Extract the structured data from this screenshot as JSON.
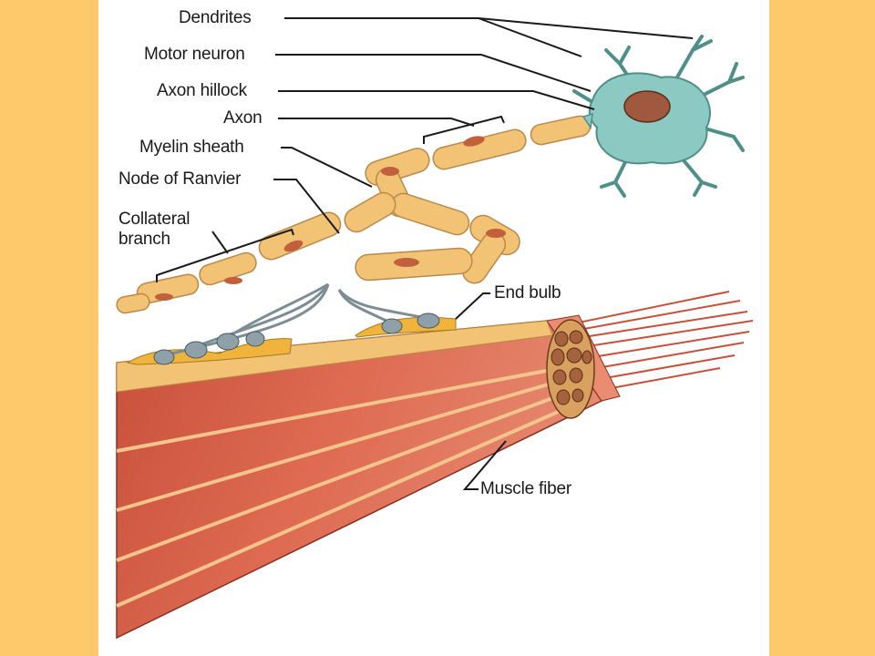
{
  "colors": {
    "side_panel": "#fdc96a",
    "background": "#ffffff",
    "muscle": "#d8604a",
    "muscle_dark": "#b84530",
    "myelin": "#f2c374",
    "myelin_edge": "#c8944a",
    "neuron": "#8cc9c3",
    "neuron_dark": "#4f8f8a",
    "nucleus": "#a0583f",
    "end_bulb": "#f0b43c",
    "terminal": "#8fa0a8",
    "leader": "#1a1a1a"
  },
  "labels": {
    "dendrites": "Dendrites",
    "motor_neuron": "Motor neuron",
    "axon_hillock": "Axon hillock",
    "axon": "Axon",
    "myelin_sheath": "Myelin sheath",
    "node_of_ranvier": "Node of Ranvier",
    "collateral_branch": "Collateral branch",
    "end_bulb": "End bulb",
    "muscle_fiber": "Muscle fiber"
  }
}
